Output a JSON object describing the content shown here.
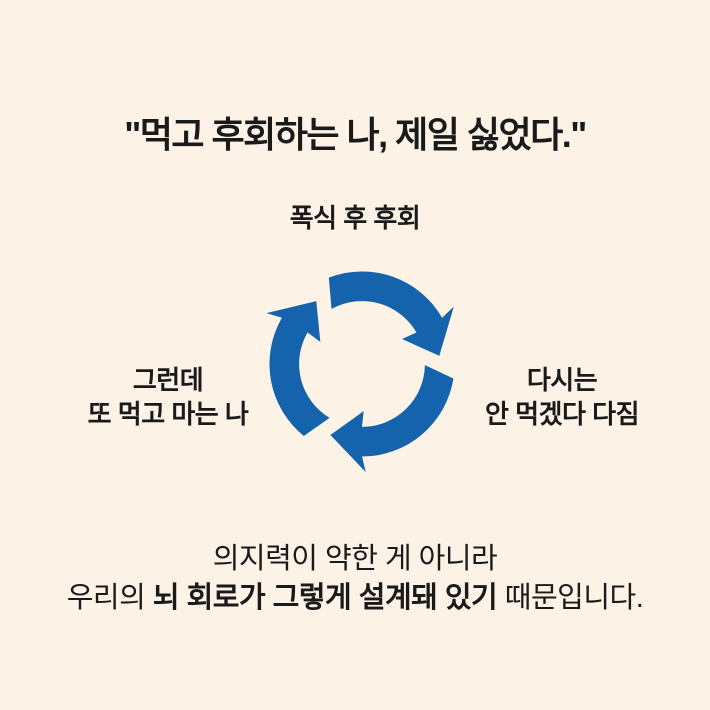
{
  "card": {
    "background_color": "#fcf2e6",
    "text_color": "#1a1a1a"
  },
  "title": {
    "text": "\"먹고 후회하는 나, 제일 싫었다.\""
  },
  "cycle_diagram": {
    "arrow_color": "#1463ac",
    "direction": "clockwise",
    "steps": [
      {
        "position": "top",
        "lines": [
          "폭식 후 후회"
        ]
      },
      {
        "position": "right",
        "lines": [
          "다시는",
          "안 먹겠다 다짐"
        ]
      },
      {
        "position": "left",
        "lines": [
          "그런데",
          "또 먹고 마는 나"
        ]
      }
    ]
  },
  "conclusion": {
    "line1": "의지력이 약한 게 아니라",
    "line2_prefix": "우리의 ",
    "line2_bold": "뇌 회로가 그렇게 설계돼 있기",
    "line2_suffix": " 때문입니다."
  }
}
